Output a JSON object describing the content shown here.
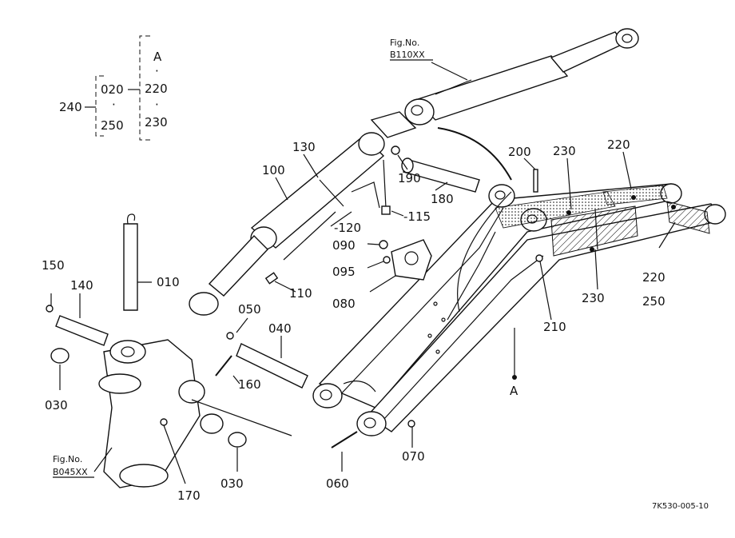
{
  "diagram": {
    "callouts": {
      "c010": "010",
      "c030a": "030",
      "c030b": "030",
      "c040": "040",
      "c050": "050",
      "c060": "060",
      "c070": "070",
      "c080": "080",
      "c090": "090",
      "c095": "095",
      "c100": "100",
      "c110": "110",
      "c115": "-115",
      "c120": "-120",
      "c130": "130",
      "c140": "140",
      "c150": "150",
      "c160": "160",
      "c170": "170",
      "c180": "180",
      "c190": "190",
      "c200": "200",
      "c210": "210",
      "c220a": "220",
      "c220b": "220",
      "c230a": "230",
      "c230b": "230",
      "c250": "250",
      "cA": "A"
    },
    "legend": {
      "parent": "240",
      "g1_top": "020",
      "g1_dot": "·",
      "g1_bottom": "250",
      "g2_a": "A",
      "g2_dot1": "·",
      "g2_mid": "220",
      "g2_dot2": "·",
      "g2_bottom": "230"
    },
    "refs": {
      "top_line1": "Fig.No.",
      "top_line2": "B110XX",
      "left_line1": "Fig.No.",
      "left_line2": "B045XX"
    },
    "drawing_code": "7K530-005-10"
  }
}
